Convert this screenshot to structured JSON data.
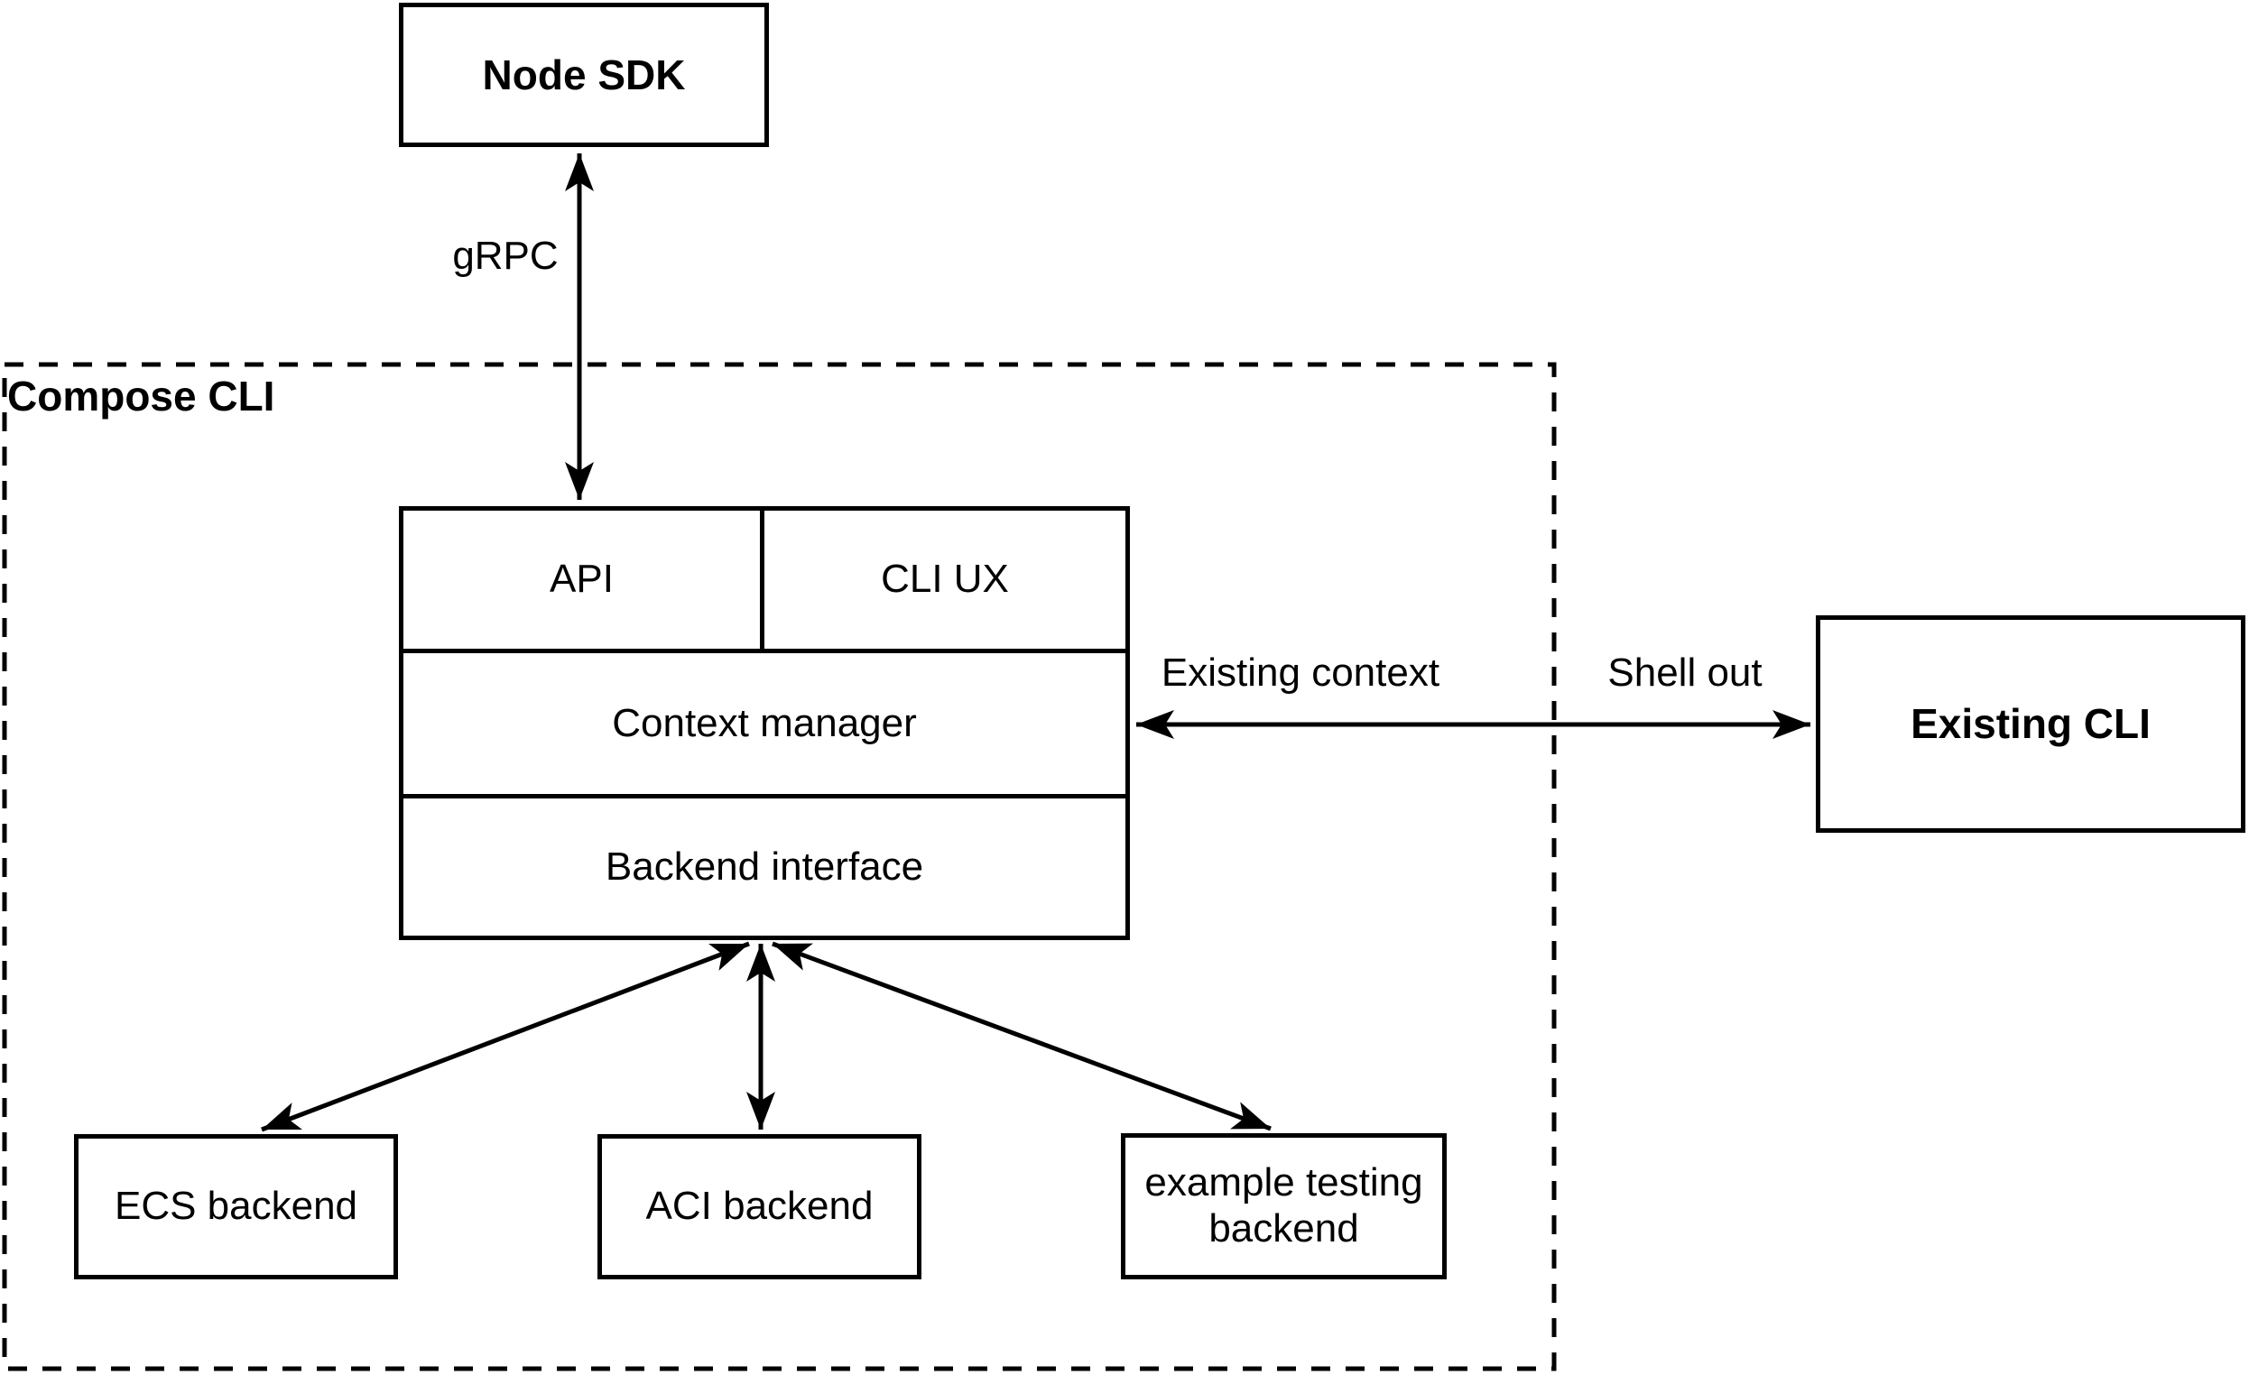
{
  "diagram": {
    "kind": "architecture-diagram",
    "colors": {
      "stroke": "#000000",
      "background": "#ffffff"
    }
  },
  "nodes": {
    "node_sdk": {
      "label": "Node SDK"
    },
    "compose_cli_container": {
      "label": "Compose CLI"
    },
    "api": {
      "label": "API"
    },
    "cli_ux": {
      "label": "CLI UX"
    },
    "context_manager": {
      "label": "Context manager"
    },
    "backend_interface": {
      "label": "Backend interface"
    },
    "existing_cli": {
      "label": "Existing CLI"
    },
    "ecs_backend": {
      "label": "ECS backend"
    },
    "aci_backend": {
      "label": "ACI backend"
    },
    "example_testing_backend": {
      "label": "example testing backend"
    }
  },
  "edges": {
    "grpc": {
      "label": "gRPC",
      "type": "double-arrow",
      "from": "node_sdk",
      "to": "api"
    },
    "existing_context": {
      "label": "Existing context",
      "type": "double-arrow",
      "from": "context_manager",
      "to": "existing_cli"
    },
    "shell_out": {
      "label": "Shell out",
      "type": "double-arrow",
      "from": "context_manager",
      "to": "existing_cli"
    },
    "backend_to_ecs": {
      "label": "",
      "type": "double-arrow",
      "from": "backend_interface",
      "to": "ecs_backend"
    },
    "backend_to_aci": {
      "label": "",
      "type": "double-arrow",
      "from": "backend_interface",
      "to": "aci_backend"
    },
    "backend_to_example_testing": {
      "label": "",
      "type": "double-arrow",
      "from": "backend_interface",
      "to": "example_testing_backend"
    }
  }
}
